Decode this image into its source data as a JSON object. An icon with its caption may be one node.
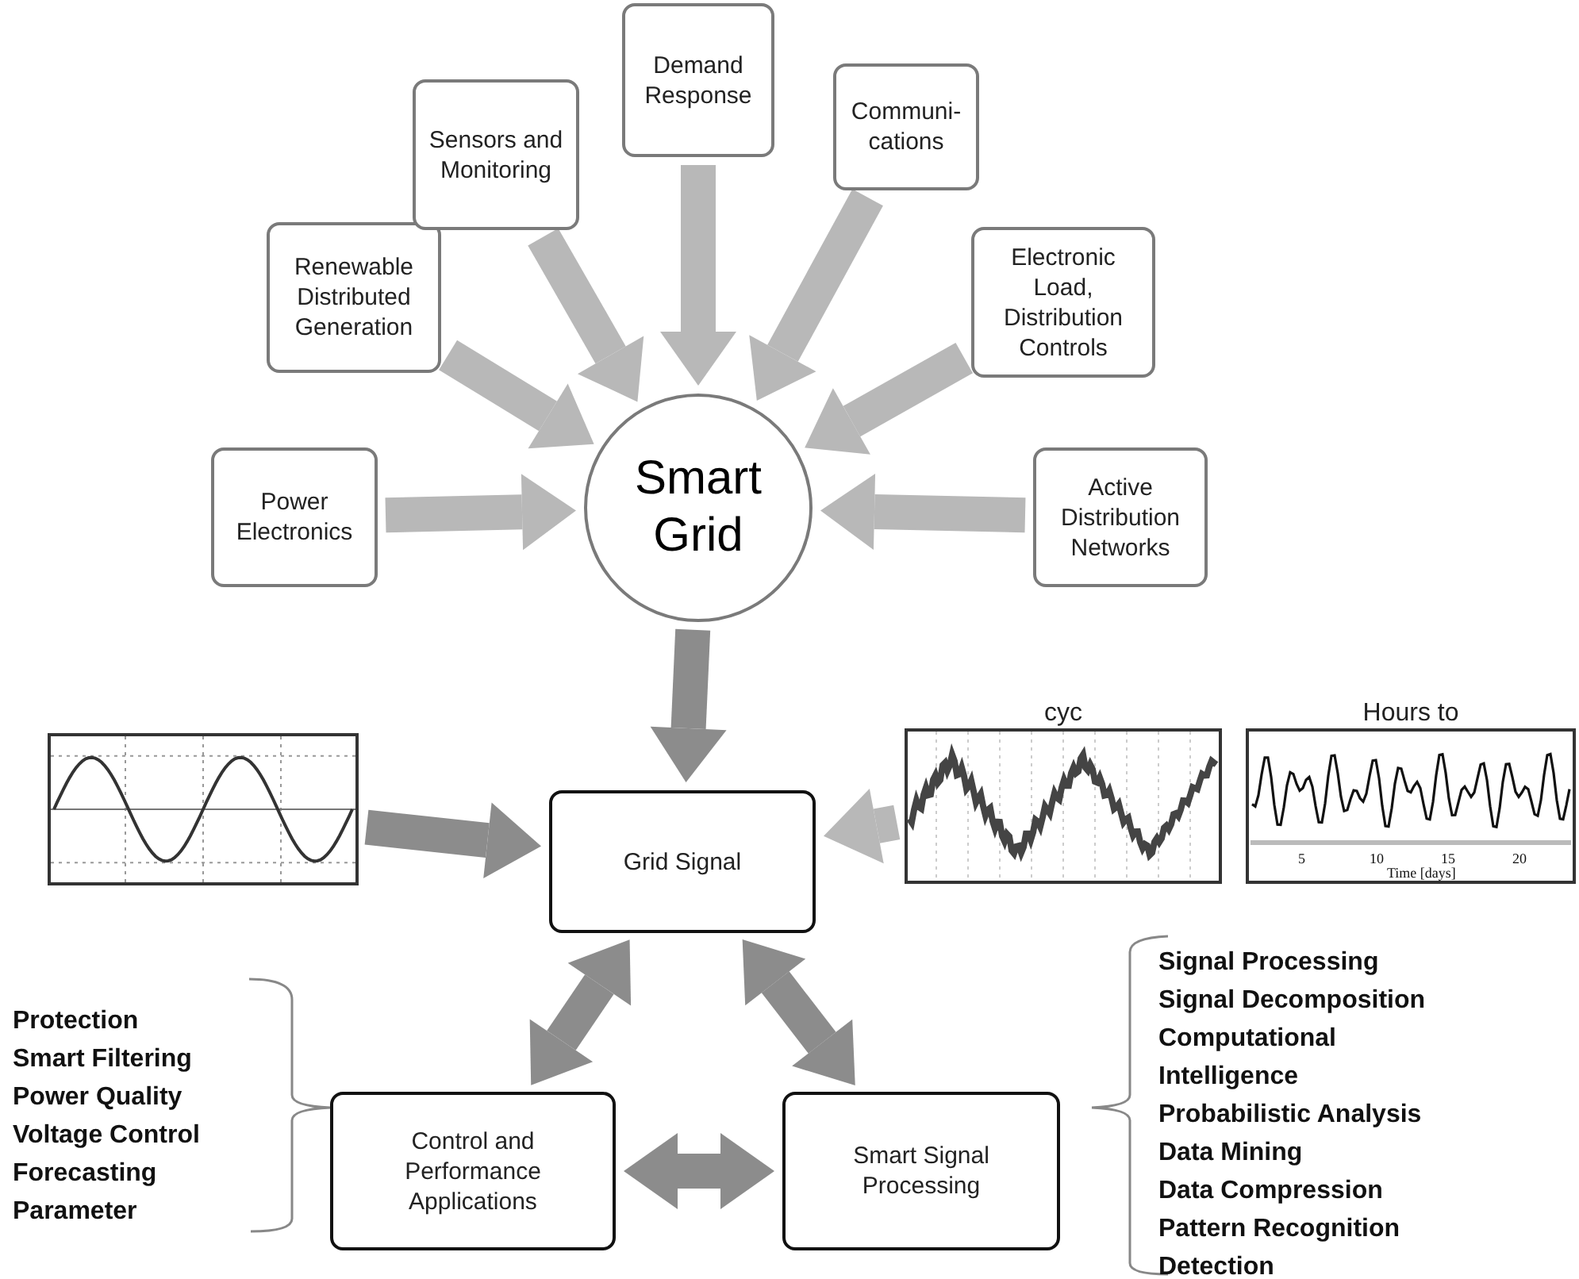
{
  "diagram": {
    "nodes": [
      {
        "text": [
          "Power Electronics"
        ]
      },
      {
        "text": [
          "Renewable Distributed Generation"
        ]
      },
      {
        "text": [
          "Sensors and Monitoring"
        ]
      },
      {
        "text": [
          "Demand Response"
        ]
      },
      {
        "text": [
          "Communi- cations"
        ]
      },
      {
        "text": [
          "Electronic Load, Distribution Controls"
        ]
      },
      {
        "text": [
          "Active Distribution Networks"
        ]
      },
      {
        "text": [
          "Smart Grid"
        ]
      },
      {
        "text": [
          "Grid Signal"
        ]
      },
      {
        "text": [],
        "shape": "picture"
      },
      {
        "text": [
          "cyc"
        ]
      },
      {
        "text": [
          "Hours to"
        ]
      },
      {
        "text": [
          "Control and Performance Applications"
        ]
      },
      {
        "text": [
          "Smart Signal Processing"
        ]
      }
    ],
    "edges": [
      {
        "from": 0,
        "to": 7,
        "arrow": "to"
      },
      {
        "from": 1,
        "to": 7,
        "arrow": "to"
      },
      {
        "from": 2,
        "to": 7,
        "arrow": "to"
      },
      {
        "from": 3,
        "to": 7,
        "arrow": "to"
      },
      {
        "from": 4,
        "to": 7,
        "arrow": "to"
      },
      {
        "from": 5,
        "to": 7,
        "arrow": "to"
      },
      {
        "from": 6,
        "to": 7,
        "arrow": "to"
      },
      {
        "from": 7,
        "to": 8,
        "arrow": "to",
        "color": "#8c8c8c"
      },
      {
        "from": 9,
        "to": 8,
        "arrow": "to",
        "color": "#8c8c8c"
      },
      {
        "from": 10,
        "to": 8,
        "arrow": "to"
      },
      {
        "from": 8,
        "to": 12,
        "arrow": "both",
        "color": "#8c8c8c"
      },
      {
        "from": 8,
        "to": 13,
        "arrow": "both",
        "color": "#8c8c8c"
      },
      {
        "from": 12,
        "to": 13,
        "arrow": "both",
        "color": "#8c8c8c"
      }
    ],
    "labels": [
      "Protection",
      "Smart Filtering",
      "Power Quality",
      "Voltage Control",
      "Forecasting",
      "Parameter",
      "Signal Processing",
      "Signal Decomposition",
      "Computational Intelligence",
      "Probabilistic Analysis",
      "Data Mining",
      "Data Compression",
      "Pattern Recognition",
      "Detection",
      "5",
      "10",
      "15",
      "20",
      "Time [days]"
    ]
  }
}
